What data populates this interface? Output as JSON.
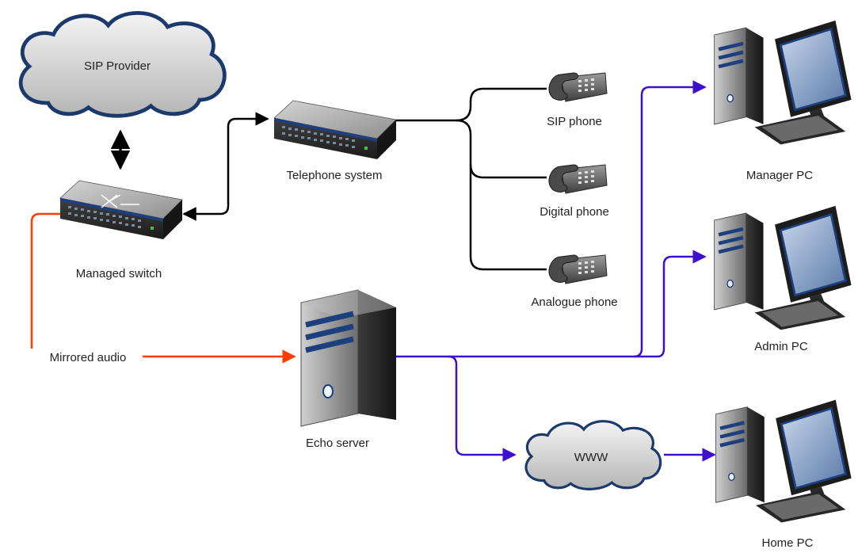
{
  "nodes": {
    "sip_provider": "SIP Provider",
    "telephone_system": "Telephone system",
    "managed_switch": "Managed switch",
    "sip_phone": "SIP phone",
    "digital_phone": "Digital phone",
    "analogue_phone": "Analogue phone",
    "echo_server": "Echo server",
    "www": "WWW",
    "manager_pc": "Manager PC",
    "admin_pc": "Admin PC",
    "home_pc": "Home PC"
  },
  "edge_labels": {
    "mirrored_audio": "Mirrored audio"
  },
  "colors": {
    "audio_link": "#ff3c00",
    "network_link": "#3c10cc",
    "phone_link": "#000000"
  },
  "icons": {
    "cloud": "cloud-icon",
    "switch": "network-switch-icon",
    "pbx": "telephone-system-icon",
    "phone": "desk-phone-icon",
    "server": "server-tower-icon",
    "pc": "desktop-pc-icon"
  }
}
